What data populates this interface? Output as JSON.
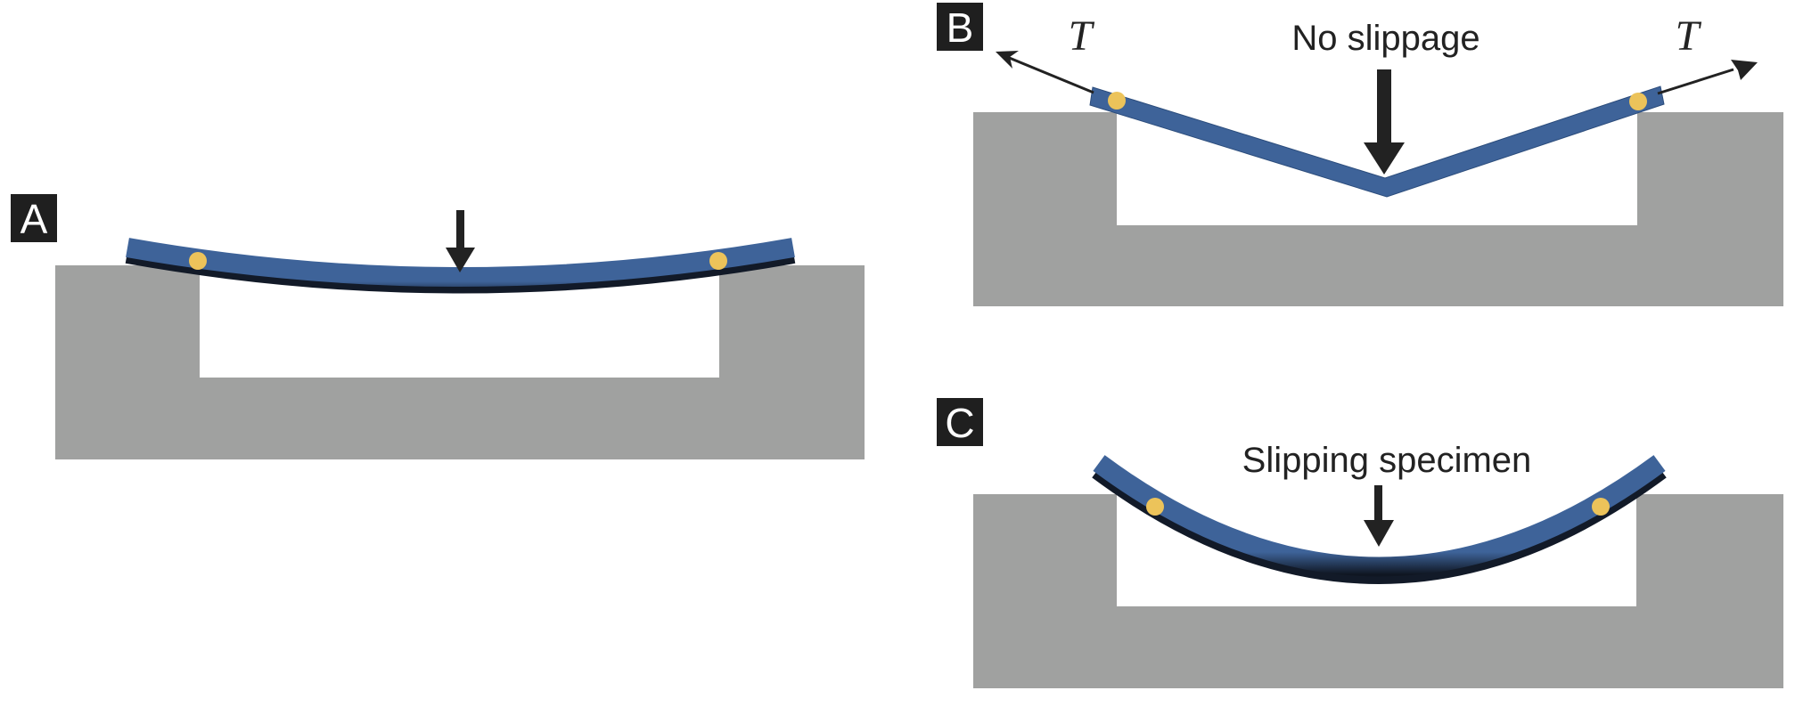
{
  "panels": {
    "a": {
      "letter": "A"
    },
    "b": {
      "letter": "B",
      "caption": "No slippage",
      "tension_left": "T",
      "tension_right": "T"
    },
    "c": {
      "letter": "C",
      "caption": "Slipping specimen"
    }
  },
  "colors": {
    "fixture": "#a0a1a0",
    "specimen": "#3e6399",
    "specimen_shadow": "#121a28",
    "marker": "#ecc35a",
    "arrow": "#222222",
    "label_bg": "#1f1f1f"
  }
}
